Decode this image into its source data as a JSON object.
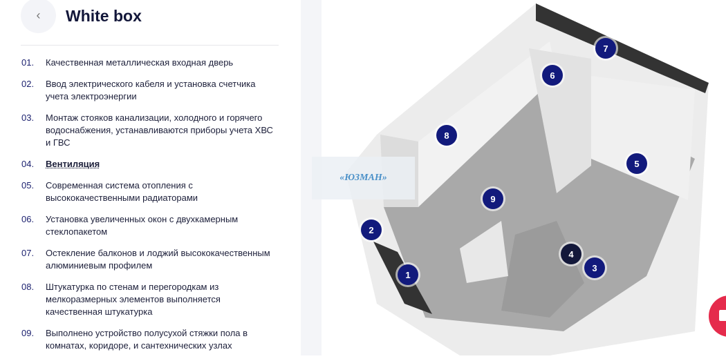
{
  "header": {
    "back_icon": "chevron-left-icon",
    "title": "White box"
  },
  "items": [
    {
      "num": "01.",
      "text": "Качественная металлическая входная дверь"
    },
    {
      "num": "02.",
      "text": "Ввод электрического кабеля и установка счетчика учета электроэнергии"
    },
    {
      "num": "03.",
      "text": "Монтаж стояков канализации, холодного и горячего водоснабжения, устанавливаются приборы учета ХВС и ГВС"
    },
    {
      "num": "04.",
      "text": "Вентиляция"
    },
    {
      "num": "05.",
      "text": "Современная система отопления с высококачественными радиаторами"
    },
    {
      "num": "06.",
      "text": "Установка увеличенных окон с двухкамерным стеклопакетом"
    },
    {
      "num": "07.",
      "text": "Остекление балконов и лоджий высококачественным алюминиевым профилем"
    },
    {
      "num": "08.",
      "text": "Штукатурка по стенам и перегородкам из мелкоразмерных элементов выполняется качественная штукатурка"
    },
    {
      "num": "09.",
      "text": "Выполнено устройство полусухой стяжки пола в комнатах, коридоре, и сантехнических узлах"
    }
  ],
  "markers": [
    "1",
    "2",
    "3",
    "4",
    "5",
    "6",
    "7",
    "8",
    "9"
  ],
  "logo": "«ЮЗМАН»",
  "colors": {
    "marker": "#121a7c",
    "mail": "#e52b4c"
  }
}
